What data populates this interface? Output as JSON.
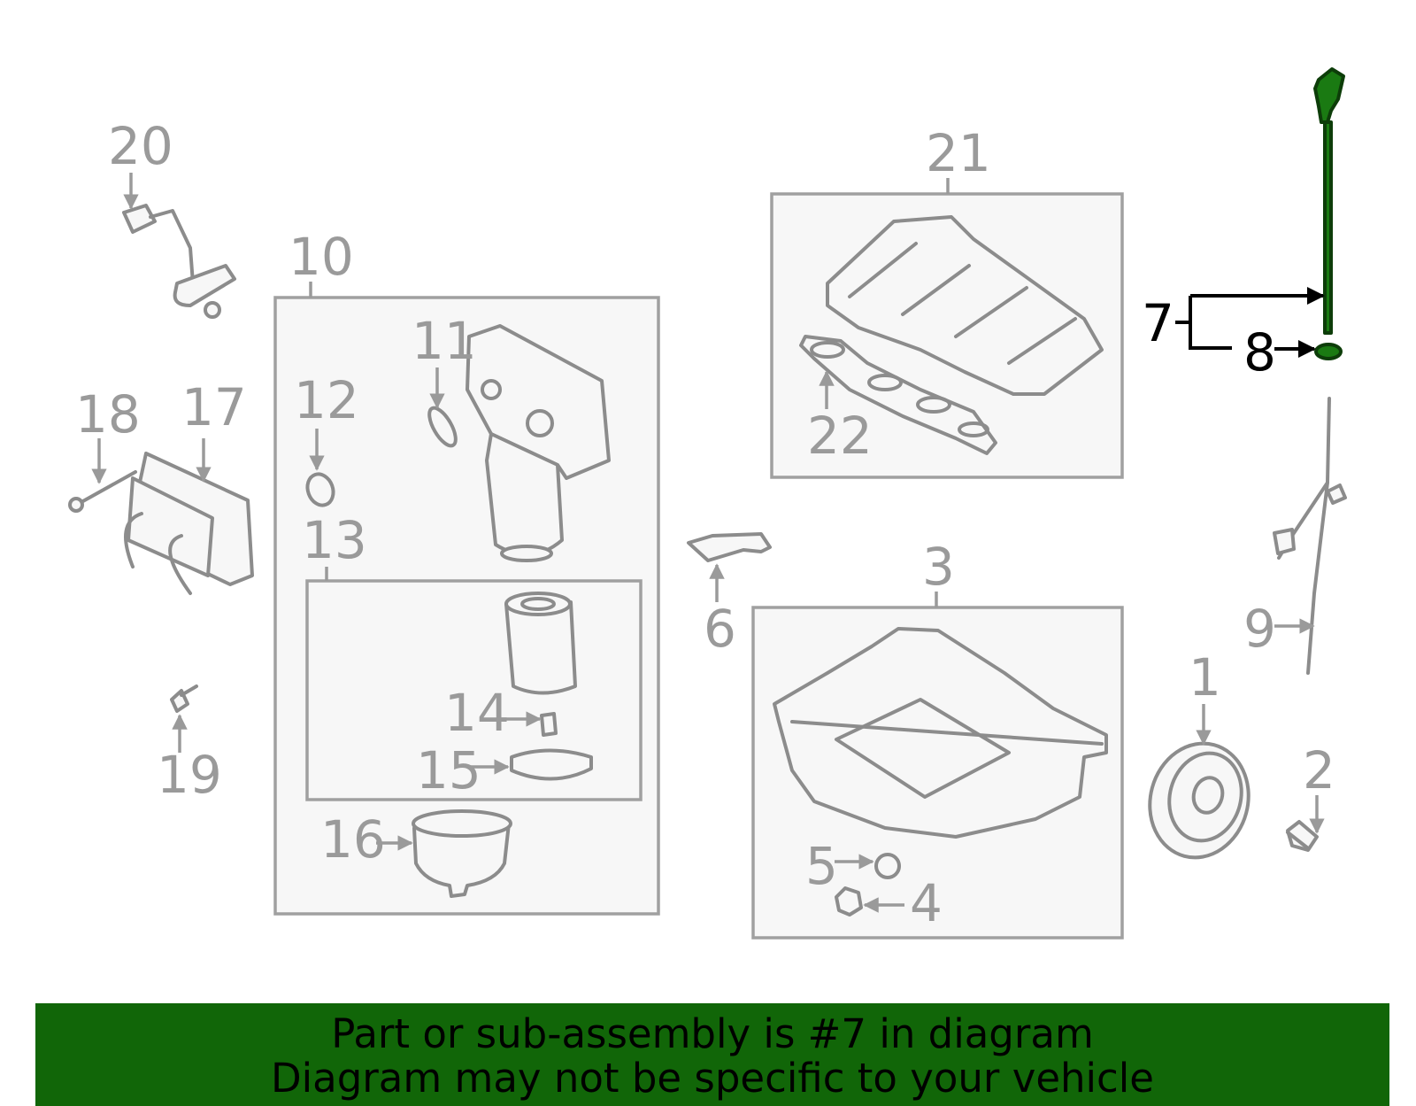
{
  "callouts": {
    "c1": "1",
    "c2": "2",
    "c3": "3",
    "c4": "4",
    "c5": "5",
    "c6": "6",
    "c7": "7",
    "c8": "8",
    "c9": "9",
    "c10": "10",
    "c11": "11",
    "c12": "12",
    "c13": "13",
    "c14": "14",
    "c15": "15",
    "c16": "16",
    "c17": "17",
    "c18": "18",
    "c19": "19",
    "c20": "20",
    "c21": "21",
    "c22": "22"
  },
  "highlight": {
    "part_number": "7",
    "color": "#1a7a12"
  },
  "banner": {
    "line1": "Part or sub-assembly is #7 in diagram",
    "line2": "Diagram may not be specific to your vehicle",
    "background": "#116608"
  }
}
